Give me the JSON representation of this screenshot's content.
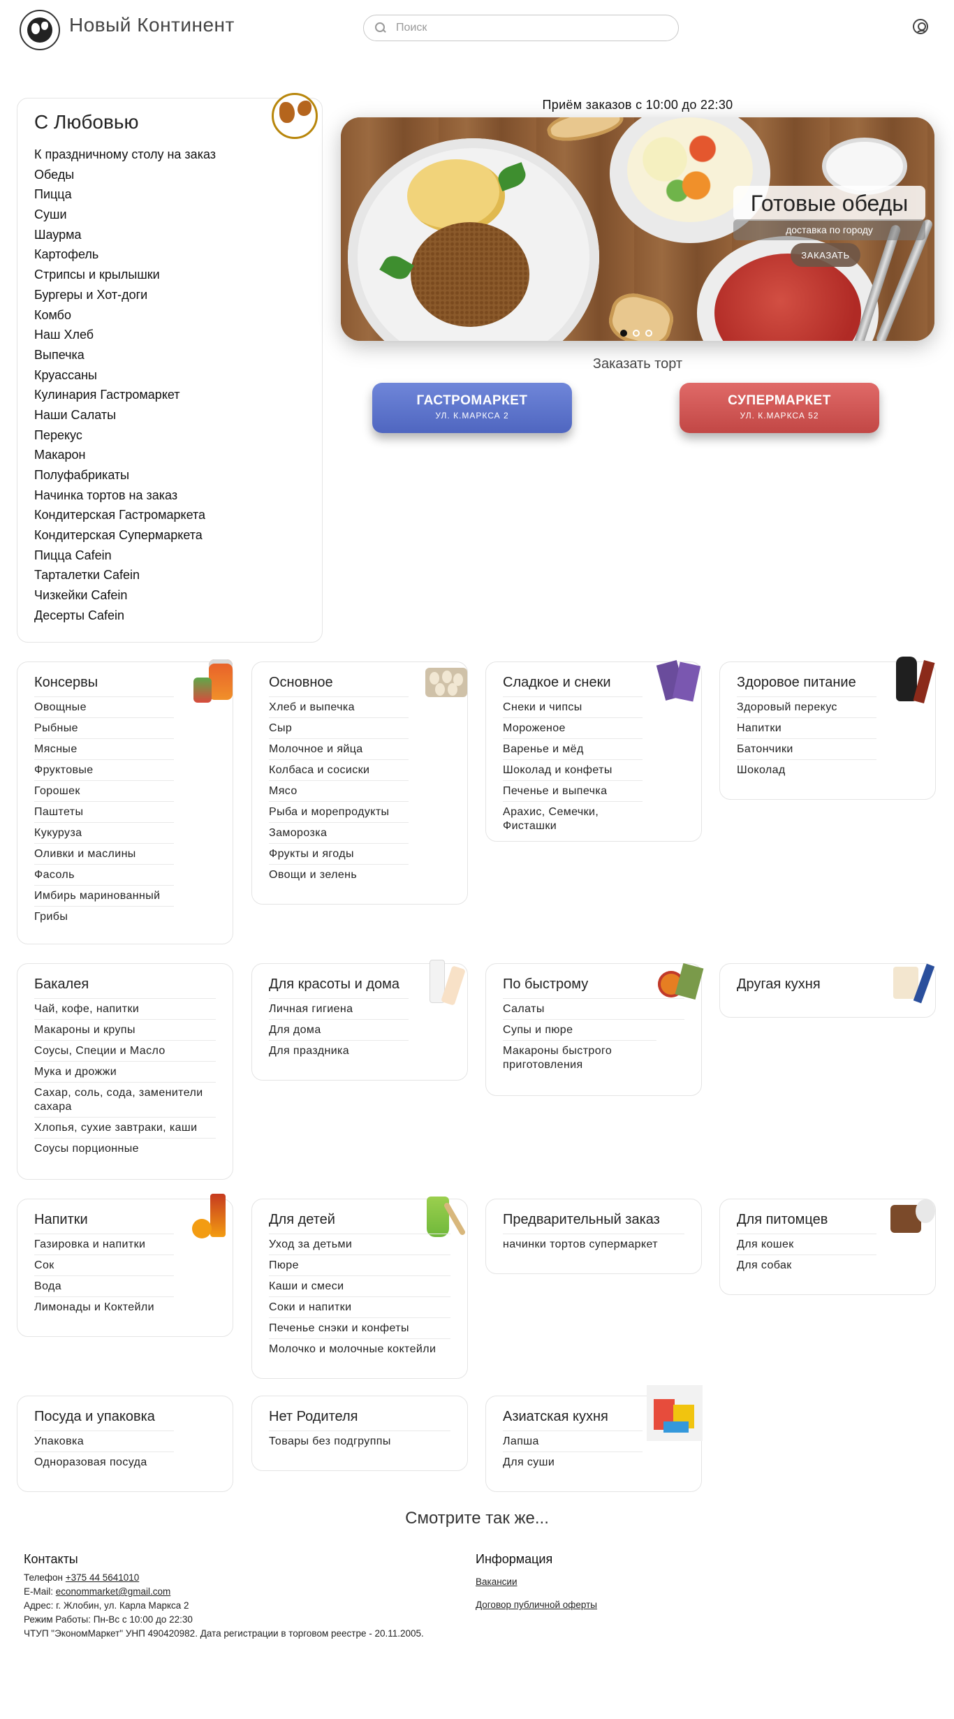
{
  "header": {
    "brand": "Новый Континент",
    "search_placeholder": "Поиск"
  },
  "love": {
    "title": "С Любовью",
    "items": [
      "К праздничному столу на заказ",
      "Обеды",
      "Пицца",
      "Суши",
      "Шаурма",
      "Картофель",
      "Стрипсы и крылышки",
      "Бургеры и Хот-доги",
      "Комбо",
      "Наш Хлеб",
      "Выпечка",
      "Круассаны",
      "Кулинария Гастромаркет",
      "Наши Салаты",
      "Перекус",
      "Макарон",
      "Полуфабрикаты",
      "Начинка тортов на заказ",
      "Кондитерская Гастромаркета",
      "Кондитерская Супермаркета",
      "Пицца Cafein",
      "Тарталетки Cafein",
      "Чизкейки Cafein",
      "Десерты Cafein"
    ]
  },
  "banner": {
    "hours": "Приём заказов с 10:00 до 22:30",
    "title": "Готовые обеды",
    "subtitle": "доставка по городу",
    "button": "ЗАКАЗАТЬ",
    "slides_total": 3,
    "active_slide": 1
  },
  "cake": {
    "link": "Заказать торт",
    "gastro_title": "ГАСТРОМАРКЕТ",
    "gastro_addr": "УЛ. К.МАРКСА 2",
    "super_title": "СУПЕРМАРКЕТ",
    "super_addr": "УЛ. К.МАРКСА 52"
  },
  "categories": [
    {
      "title": "Консервы",
      "items": [
        "Овощные",
        "Рыбные",
        "Мясные",
        "Фруктовые",
        "Горошек",
        "Паштеты",
        "Кукуруза",
        "Оливки и маслины",
        "Фасоль",
        "Имбирь маринованный",
        "Грибы"
      ]
    },
    {
      "title": "Основное",
      "items": [
        "Хлеб и выпечка",
        "Сыр",
        "Молочное и яйца",
        "Колбаса и сосиски",
        "Мясо",
        "Рыба и морепродукты",
        "Заморозка",
        "Фрукты и ягоды",
        "Овощи и зелень"
      ]
    },
    {
      "title": "Сладкое и снеки",
      "items": [
        "Снеки и чипсы",
        "Мороженое",
        "Варенье и мёд",
        "Шоколад и конфеты",
        "Печенье и выпечка",
        "Арахис, Семечки, Фисташки"
      ]
    },
    {
      "title": "Здоровое питание",
      "items": [
        "Здоровый перекус",
        "Напитки",
        "Батончики",
        "Шоколад"
      ]
    },
    {
      "title": "Бакалея",
      "items": [
        "Чай, кофе, напитки",
        "Макароны и крупы",
        "Соусы, Специи и Масло",
        "Мука и дрожжи",
        "Сахар, соль, сода, заменители сахара",
        "Хлопья, сухие завтраки, каши",
        "Соусы порционные"
      ]
    },
    {
      "title": "Для красоты и дома",
      "items": [
        "Личная гигиена",
        "Для дома",
        "Для праздника"
      ]
    },
    {
      "title": "По быстрому",
      "items": [
        "Салаты",
        "Супы и пюре",
        "Макароны быстрого приготовления"
      ]
    },
    {
      "title": "Другая кухня",
      "items": []
    },
    {
      "title": "Напитки",
      "items": [
        "Газировка и напитки",
        "Сок",
        "Вода",
        "Лимонады и Коктейли"
      ]
    },
    {
      "title": "Для детей",
      "items": [
        "Уход за детьми",
        "Пюре",
        "Каши и смеси",
        "Соки и напитки",
        "Печенье снэки и конфеты",
        "Молочко и молочные коктейли"
      ]
    },
    {
      "title": "Предварительный заказ",
      "items": [
        "начинки тортов супермаркет"
      ]
    },
    {
      "title": "Для питомцев",
      "items": [
        "Для кошек",
        "Для собак"
      ]
    },
    {
      "title": "Посуда и упаковка",
      "items": [
        "Упаковка",
        "Одноразовая посуда"
      ]
    },
    {
      "title": "Нет Родителя",
      "items": [
        "Товары без подгруппы"
      ]
    },
    {
      "title": "Азиатская кухня",
      "items": [
        "Лапша",
        "Для суши"
      ]
    }
  ],
  "see_also": "Смотрите так же...",
  "footer": {
    "contacts_title": "Контакты",
    "phone_label": "Телефон",
    "phone": "+375 44 5641010",
    "email_label": "E-Mail:",
    "email": "econommarket@gmail.com",
    "address": "Адрес: г. Жлобин, ул. Карла Маркса 2",
    "hours": "Режим Работы: Пн-Вс с 10:00 до 22:30",
    "legal": "ЧТУП \"ЭкономМаркет\" УНП 490420982. Дата регистрации в торговом реестре - 20.11.2005.",
    "info_title": "Информация",
    "link_vacancies": "Вакансии",
    "link_offer": "Договор публичной оферты"
  }
}
